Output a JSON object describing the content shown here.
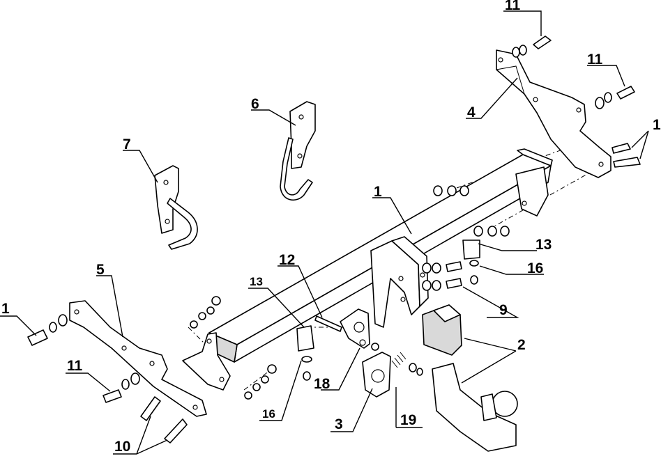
{
  "callouts": [
    {
      "id": "c-11-top",
      "text": "11"
    },
    {
      "id": "c-11-right",
      "text": "11"
    },
    {
      "id": "c-1-right",
      "text": "1"
    },
    {
      "id": "c-4",
      "text": "4"
    },
    {
      "id": "c-6",
      "text": "6"
    },
    {
      "id": "c-7",
      "text": "7"
    },
    {
      "id": "c-1-beam",
      "text": "1"
    },
    {
      "id": "c-13-right",
      "text": "13"
    },
    {
      "id": "c-16-right",
      "text": "16"
    },
    {
      "id": "c-9",
      "text": "9"
    },
    {
      "id": "c-5",
      "text": "5"
    },
    {
      "id": "c-12",
      "text": "12"
    },
    {
      "id": "c-13-left",
      "text": "13"
    },
    {
      "id": "c-1-left",
      "text": "1"
    },
    {
      "id": "c-2",
      "text": "2"
    },
    {
      "id": "c-11-left",
      "text": "11"
    },
    {
      "id": "c-18",
      "text": "18"
    },
    {
      "id": "c-16-left",
      "text": "16"
    },
    {
      "id": "c-3",
      "text": "3"
    },
    {
      "id": "c-19",
      "text": "19"
    },
    {
      "id": "c-10",
      "text": "10"
    }
  ]
}
